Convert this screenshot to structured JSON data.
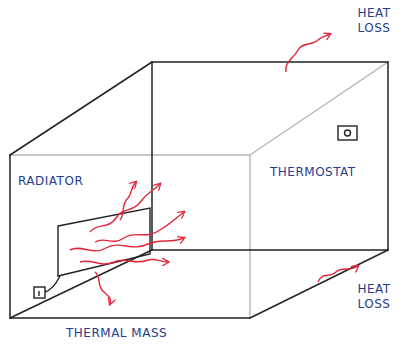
{
  "diagram": {
    "labels": [
      "HEAT LOSS",
      "RADIATOR",
      "THERMOSTAT",
      "HEAT LOSS",
      "THERMAL MASS"
    ]
  }
}
